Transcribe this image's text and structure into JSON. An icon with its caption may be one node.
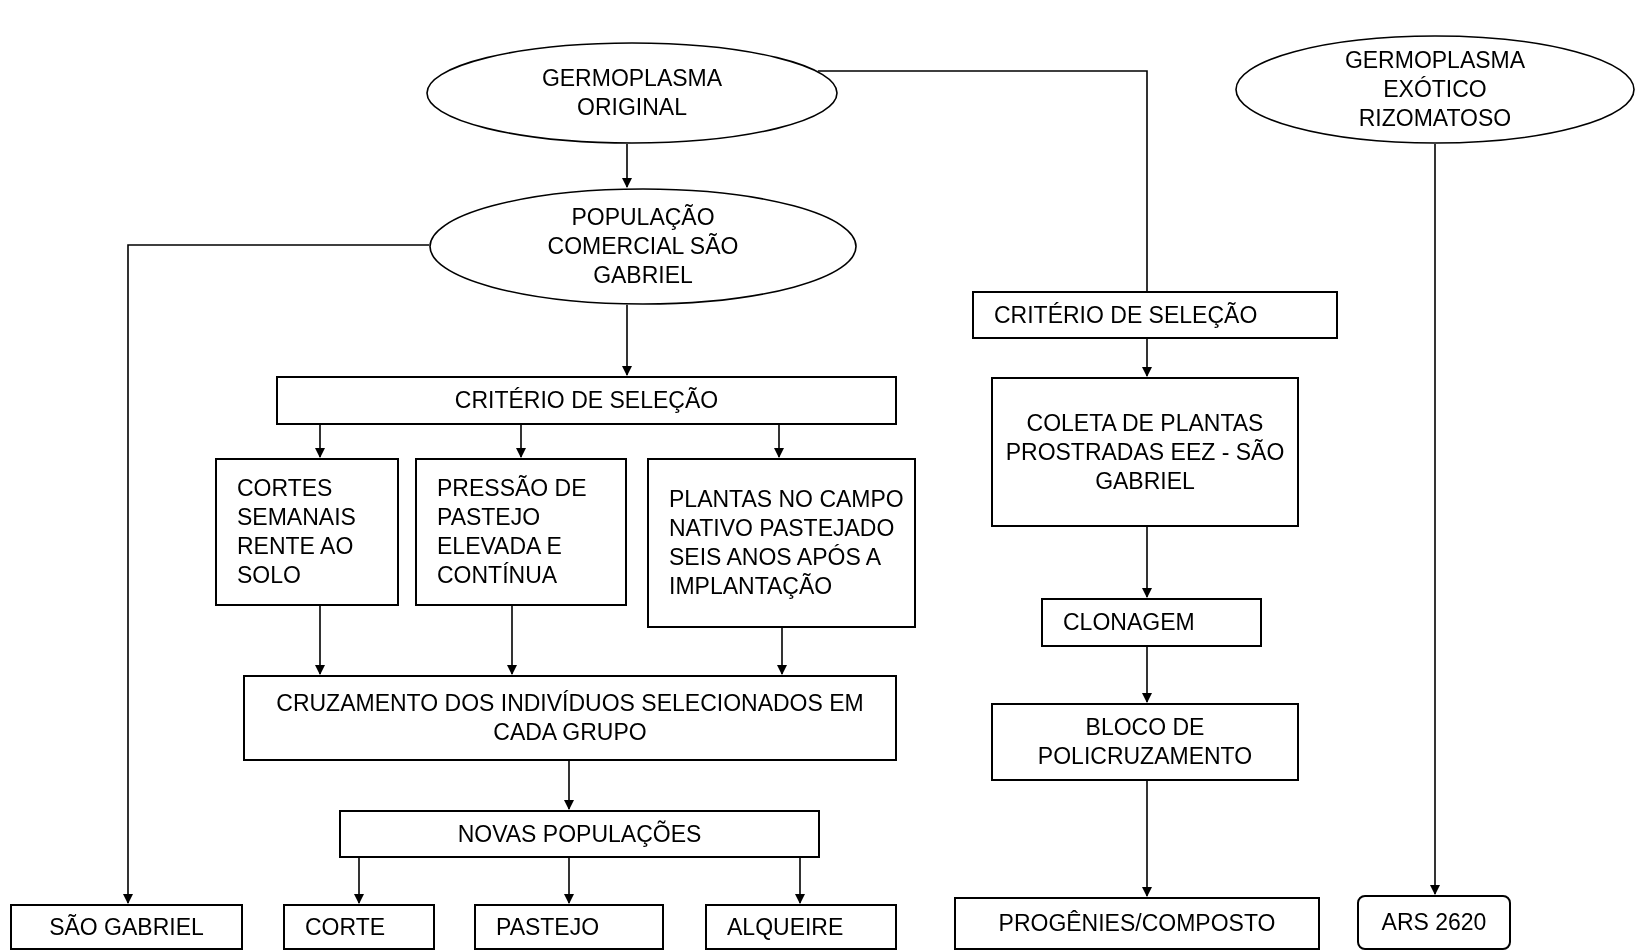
{
  "diagram": {
    "nodes": [
      {
        "text": [
          "GERMOPLASMA ORIGINAL"
        ]
      },
      {
        "text": [
          "POPULAÇÃO COMERCIAL SÃO GABRIEL"
        ]
      },
      {
        "text": [
          "CRITÉRIO DE SELEÇÃO"
        ]
      },
      {
        "text": [
          "CORTES SEMANAIS RENTE AO SOLO"
        ]
      },
      {
        "text": [
          "PRESSÃO DE PASTEJO ELEVADA E CONTÍNUA"
        ]
      },
      {
        "text": [
          "PLANTAS NO CAMPO NATIVO PASTEJADO SEIS ANOS APÓS A IMPLANTAÇÃO"
        ]
      },
      {
        "text": [
          "CRUZAMENTO DOS INDIVÍDUOS SELECIONADOS EM CADA GRUPO"
        ]
      },
      {
        "text": [
          "NOVAS POPULAÇÕES"
        ]
      },
      {
        "text": [
          "SÃO GABRIEL"
        ]
      },
      {
        "text": [
          "CORTE"
        ]
      },
      {
        "text": [
          "PASTEJO"
        ]
      },
      {
        "text": [
          "ALQUEIRE"
        ]
      },
      {
        "text": [
          "GERMOPLASMA EXÓTICO RIZOMATOSO"
        ]
      },
      {
        "text": [
          "CRITÉRIO DE SELEÇÃO"
        ]
      },
      {
        "text": [
          "COLETA DE PLANTAS PROSTRADAS EEZ - SÃO GABRIEL"
        ]
      },
      {
        "text": [
          "CLONAGEM"
        ]
      },
      {
        "text": [
          "BLOCO DE POLICRUZAMENTO"
        ]
      },
      {
        "text": [
          "PROGÊNIES/COMPOSTO"
        ]
      },
      {
        "text": [
          "ARS 2620"
        ]
      }
    ],
    "edges": [
      {
        "from": 0,
        "to": 1,
        "arrow": "to"
      },
      {
        "from": 0,
        "to": 13,
        "arrow": "none"
      },
      {
        "from": 1,
        "to": 8,
        "arrow": "to"
      },
      {
        "from": 1,
        "to": 2,
        "arrow": "to"
      },
      {
        "from": 2,
        "to": 3,
        "arrow": "to"
      },
      {
        "from": 2,
        "to": 4,
        "arrow": "to"
      },
      {
        "from": 2,
        "to": 5,
        "arrow": "to"
      },
      {
        "from": 3,
        "to": 6,
        "arrow": "to"
      },
      {
        "from": 4,
        "to": 6,
        "arrow": "to"
      },
      {
        "from": 5,
        "to": 6,
        "arrow": "to"
      },
      {
        "from": 6,
        "to": 7,
        "arrow": "to"
      },
      {
        "from": 7,
        "to": 9,
        "arrow": "to"
      },
      {
        "from": 7,
        "to": 10,
        "arrow": "to"
      },
      {
        "from": 7,
        "to": 11,
        "arrow": "to"
      },
      {
        "from": 13,
        "to": 14,
        "arrow": "to"
      },
      {
        "from": 14,
        "to": 15,
        "arrow": "to"
      },
      {
        "from": 15,
        "to": 16,
        "arrow": "to"
      },
      {
        "from": 16,
        "to": 17,
        "arrow": "to"
      },
      {
        "from": 12,
        "to": 18,
        "arrow": "to"
      }
    ]
  }
}
